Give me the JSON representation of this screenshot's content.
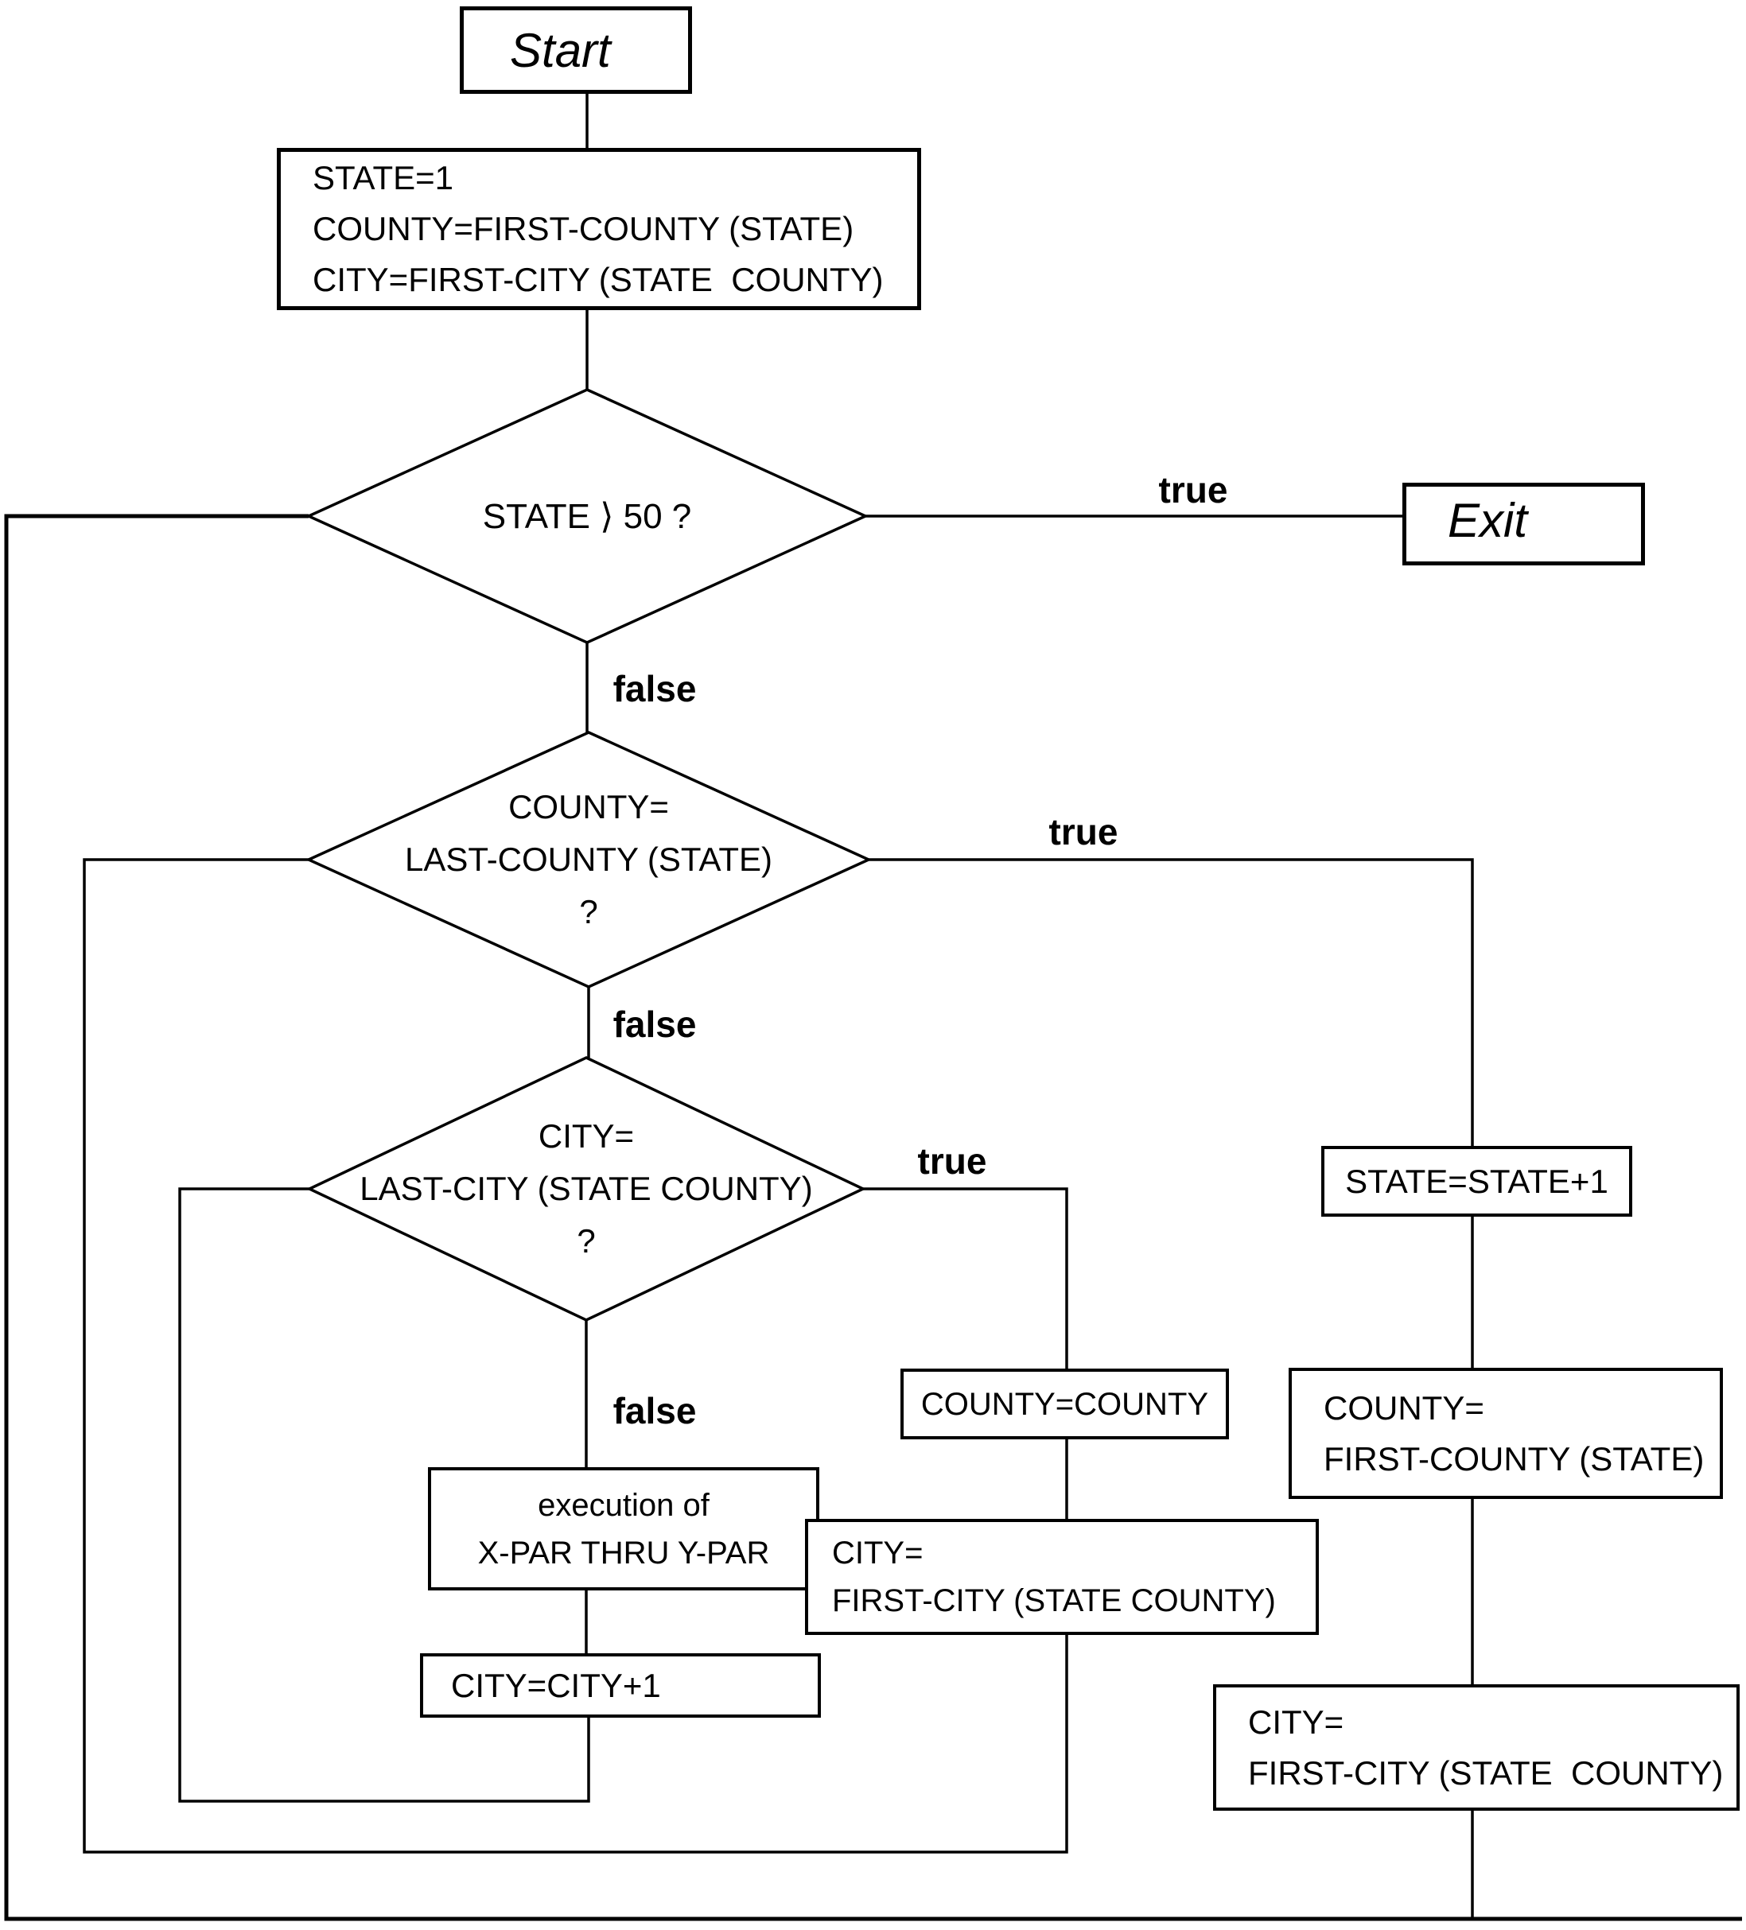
{
  "diagram_type": "flowchart",
  "colors": {
    "background": "#ffffff",
    "line": "#000000",
    "text": "#000000"
  },
  "nodes": {
    "start": {
      "label": "Start"
    },
    "exit": {
      "label": "Exit"
    },
    "init": {
      "lines": [
        "STATE=1",
        "COUNTY=FIRST-COUNTY (STATE)",
        "CITY=FIRST-CITY (STATE  COUNTY)"
      ]
    },
    "decision_state": {
      "label": "STATE ⟩ 50 ?"
    },
    "decision_county": {
      "lines": [
        "COUNTY=",
        "LAST-COUNTY (STATE)",
        "?"
      ]
    },
    "decision_city": {
      "lines": [
        "CITY=",
        "LAST-CITY (STATE COUNTY)",
        "?"
      ]
    },
    "execution": {
      "lines": [
        "execution of",
        "X-PAR THRU Y-PAR"
      ]
    },
    "city_incr": {
      "label": "CITY=CITY+1"
    },
    "county_eq": {
      "label": "COUNTY=COUNTY"
    },
    "city_first_mid": {
      "lines": [
        "CITY=",
        "FIRST-CITY (STATE COUNTY)"
      ]
    },
    "state_incr": {
      "label": "STATE=STATE+1"
    },
    "county_first": {
      "lines": [
        "COUNTY=",
        "FIRST-COUNTY (STATE)"
      ]
    },
    "city_first_right": {
      "lines": [
        "CITY=",
        "FIRST-CITY (STATE  COUNTY)"
      ]
    }
  },
  "edge_labels": {
    "state_true": "true",
    "state_false": "false",
    "county_true": "true",
    "county_false": "false",
    "city_true": "true",
    "city_false": "false"
  }
}
